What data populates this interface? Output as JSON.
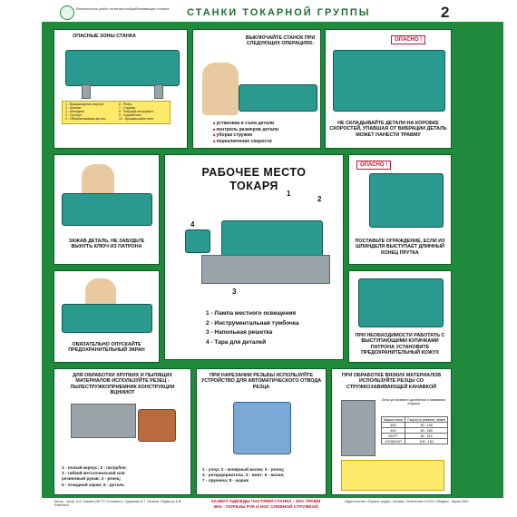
{
  "header": {
    "org": "Безопасность работ на металлообрабатывающих станках",
    "title": "СТАНКИ ТОКАРНОЙ ГРУППЫ",
    "sheet_number": "2"
  },
  "danger_zones": {
    "title": "ОПАСНЫЕ ЗОНЫ СТАНКА",
    "legend": [
      "1 - Вращающиеся патроны",
      "2 - Кулачки",
      "3 - Шпиндель",
      "4 - Суппорт",
      "5 - Обрабатываемая деталь",
      "6 - Резец",
      "7 - Стружка",
      "8 - Режущий инструмент",
      "9 - Ходовой вал",
      "10 - Вращающийся винт"
    ]
  },
  "stop_machine": {
    "title": "ВЫКЛЮЧАЙТЕ СТАНОК ПРИ СЛЕДУЮЩИХ ОПЕРАЦИЯХ:",
    "items": [
      "установка и съем детали",
      "контроль размеров детали",
      "уборка стружки",
      "переключение скорости"
    ]
  },
  "gearbox": {
    "callout": "ОПАСНО !",
    "caption": "НЕ СКЛАДЫВАЙТЕ ДЕТАЛИ НА КОРОБКЕ СКОРОСТЕЙ, УПАВШАЯ ОТ ВИБРАЦИИ ДЕТАЛЬ МОЖЕТ НАНЕСТИ ТРАВМУ"
  },
  "chuck_key": {
    "caption": "ЗАЖАВ ДЕТАЛЬ, НЕ ЗАБУДЬТЕ ВЫНУТЬ КЛЮЧ ИЗ ПАТРОНА"
  },
  "center": {
    "title_line1": "РАБОЧЕЕ МЕСТО",
    "title_line2": "ТОКАРЯ",
    "items": [
      "1 - Лампа местного освещения",
      "2 - Инструментальная тумбочка",
      "3 - Напольная решетка",
      "4 - Тара для деталей"
    ],
    "num1": "1",
    "num2": "2",
    "num3": "3",
    "num4": "4"
  },
  "bar_guard": {
    "callout": "ОПАСНО !",
    "caption": "ПОСТАВЬТЕ ОГРАЖДЕНИЕ, ЕСЛИ ИЗ ШПИНДЕЛЯ ВЫСТУПАЕТ ДЛИННЫЙ КОНЕЦ ПРУТКА"
  },
  "screen": {
    "caption": "ОБЯЗАТЕЛЬНО ОПУСКАЙТЕ ПРЕДОХРАНИТЕЛЬНЫЙ ЭКРАН"
  },
  "jaw_guard": {
    "caption": "ПРИ НЕОБХОДИМОСТИ РАБОТАТЬ С ВЫСТУПАЮЩИМИ КУЛАЧКАМИ ПАТРОНА УСТАНОВИТЕ ПРЕДОХРАНИТЕЛЬНЫЙ КОЖУХ"
  },
  "brittle": {
    "title": "ДЛЯ ОБРАБОТКИ ХРУПКИХ И ПЫЛЯЩИХ МАТЕРИАЛОВ ИСПОЛЬЗУЙТЕ РЕЗЕЦ - ПЫЛЕСТРУЖКОПРИЕМНИК КОНСТРУКЦИИ ВЦНИИОТ",
    "legend": [
      "1 - полый корпус; 2 - патрубок;",
      "3 - гибкий металлический или",
      "резиновый рукав; 4 - резец;",
      "5 - откидной экран; 6 - деталь"
    ]
  },
  "threading": {
    "title": "ПРИ НАРЕЗАНИИ РЕЗЬБЫ ИСПОЛЬЗУЙТЕ УСТРОЙСТВО ДЛЯ АВТОМАТИЧЕСКОГО ОТВОДА РЕЗЦА",
    "legend": [
      "1 - упор; 2 - копирный валик; 3 - резец;",
      "4 - резцедержатель; 5 - винт; 6 - валик;",
      "7 - пружина; 8 - шарик"
    ]
  },
  "viscous": {
    "title": "ПРИ ОБРАБОТКЕ ВЯЗКИХ МАТЕРИАЛОВ ИСПОЛЬЗУЙТЕ РЕЗЦЫ СО СТРУЖКОЗАВИВАЮЩЕЙ КАНАВКОЙ",
    "table_title": "Зоны устойчивого дробления и завивания стружки",
    "table_head": [
      "Марка стали",
      "Скорость резания, м/мин"
    ],
    "table_rows": [
      [
        "45Х",
        "50 - 190"
      ],
      [
        "40Х",
        "50 - 250"
      ],
      [
        "20ХГТ",
        "50 - 210"
      ],
      [
        "12Х18Н10Т",
        "100 - 164"
      ]
    ]
  },
  "footer": {
    "left": "Автор - проф. А.И. Комкин (МГТУ «Станкин»). Художник В.Т. Гасанов. Редактор Б.В. Бойченко",
    "middle_line1": "ЗАХВАТ ОДЕЖДЫ ЧАСТЯМИ СТАНКА - 20% ТРАВМ",
    "middle_line2": "35% - ПОРЕЗЫ РУК И НОГ СЛИВНОЙ СТРУЖКОЙ",
    "right": "Издательство «Охрана труда», Москва. Отпечатано в ООО «Медиа». Тираж 3000"
  },
  "colors": {
    "frame_green": "#1f8a3c",
    "accent_red": "#c8102e",
    "machine_teal": "#2a9a8e",
    "legend_yellow": "#fde96a"
  }
}
